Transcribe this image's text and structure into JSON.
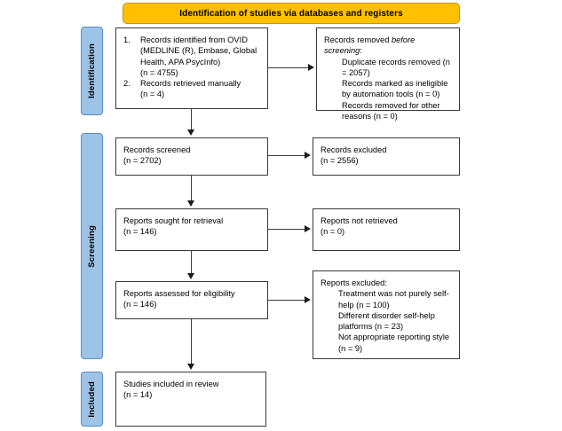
{
  "diagram": {
    "type": "prisma-flow-diagram",
    "banner": {
      "label": "Identification of studies via databases and registers",
      "color": "#FFC000"
    },
    "phases": [
      {
        "key": "identification",
        "label": "Identification",
        "color": "#9DC3E6"
      },
      {
        "key": "screening",
        "label": "Screening",
        "color": "#9DC3E6"
      },
      {
        "key": "included",
        "label": "Included",
        "color": "#9DC3E6"
      }
    ],
    "boxes": {
      "identified": {
        "items": [
          {
            "num": "1.",
            "text": "Records identified from OVID (MEDLINE (R), Embase, Global Health, APA PsycInfo)",
            "count": "(n = 4755)"
          },
          {
            "num": "2.",
            "text": "Records retrieved manually",
            "count": "(n = 4)"
          }
        ]
      },
      "removed": {
        "heading_plain": "Records removed ",
        "heading_italic": "before screening",
        "heading_suffix": ":",
        "lines": [
          "Duplicate records removed (n = 2057)",
          "Records marked as ineligible by automation tools (n = 0)",
          "Records removed for other reasons (n = 0)"
        ]
      },
      "screened": {
        "label": "Records screened",
        "count": "(n = 2702)"
      },
      "excluded": {
        "label": "Records excluded",
        "count": "(n = 2556)"
      },
      "sought": {
        "label": "Reports sought for retrieval",
        "count": "(n = 146)"
      },
      "not_retrieved": {
        "label": "Reports not retrieved",
        "count": "(n = 0)"
      },
      "assessed": {
        "label": "Reports assessed for eligibility",
        "count": "(n = 146)"
      },
      "reports_excluded": {
        "heading": "Reports excluded:",
        "lines": [
          "Treatment was not purely self-help (n = 100)",
          "Different disorder self-help platforms (n = 23)",
          "Not appropriate reporting style (n = 9)"
        ]
      },
      "included": {
        "label": "Studies included in review",
        "count": "(n = 14)"
      }
    }
  }
}
